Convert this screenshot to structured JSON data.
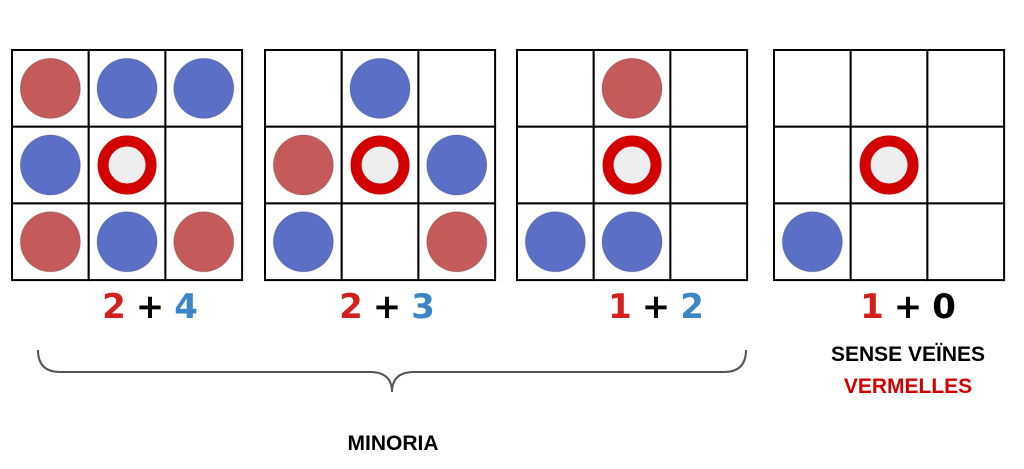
{
  "colors": {
    "red_cell": "#c45a5a",
    "blue_cell": "#5b6fc7",
    "center_ring": "#d30000",
    "center_fill": "#eeeeee",
    "count_red": "#d41f1f",
    "count_blue": "#3a86c8",
    "count_black": "#000000",
    "label_red": "#d40000",
    "grid_line": "#000000"
  },
  "grids": [
    {
      "cells": [
        [
          "red",
          "blue",
          "blue"
        ],
        [
          "blue",
          "center",
          "empty"
        ],
        [
          "red",
          "blue",
          "red"
        ]
      ],
      "count": {
        "red": "2",
        "plus": "+",
        "other": "4",
        "other_color": "blue"
      }
    },
    {
      "cells": [
        [
          "empty",
          "blue",
          "empty"
        ],
        [
          "red",
          "center",
          "blue"
        ],
        [
          "blue",
          "empty",
          "red"
        ]
      ],
      "count": {
        "red": "2",
        "plus": "+",
        "other": "3",
        "other_color": "blue"
      }
    },
    {
      "cells": [
        [
          "empty",
          "red",
          "empty"
        ],
        [
          "empty",
          "center",
          "empty"
        ],
        [
          "blue",
          "blue",
          "empty"
        ]
      ],
      "count": {
        "red": "1",
        "plus": "+",
        "other": "2",
        "other_color": "blue"
      }
    },
    {
      "cells": [
        [
          "empty",
          "empty",
          "empty"
        ],
        [
          "empty",
          "center",
          "empty"
        ],
        [
          "blue",
          "empty",
          "empty"
        ]
      ],
      "count": {
        "red": "1",
        "plus": "+",
        "other": "0",
        "other_color": "black"
      }
    }
  ],
  "labels": {
    "no_red_line1": "SENSE VEÏNES",
    "no_red_line2": "VERMELLES",
    "minority": "MINORIA"
  }
}
